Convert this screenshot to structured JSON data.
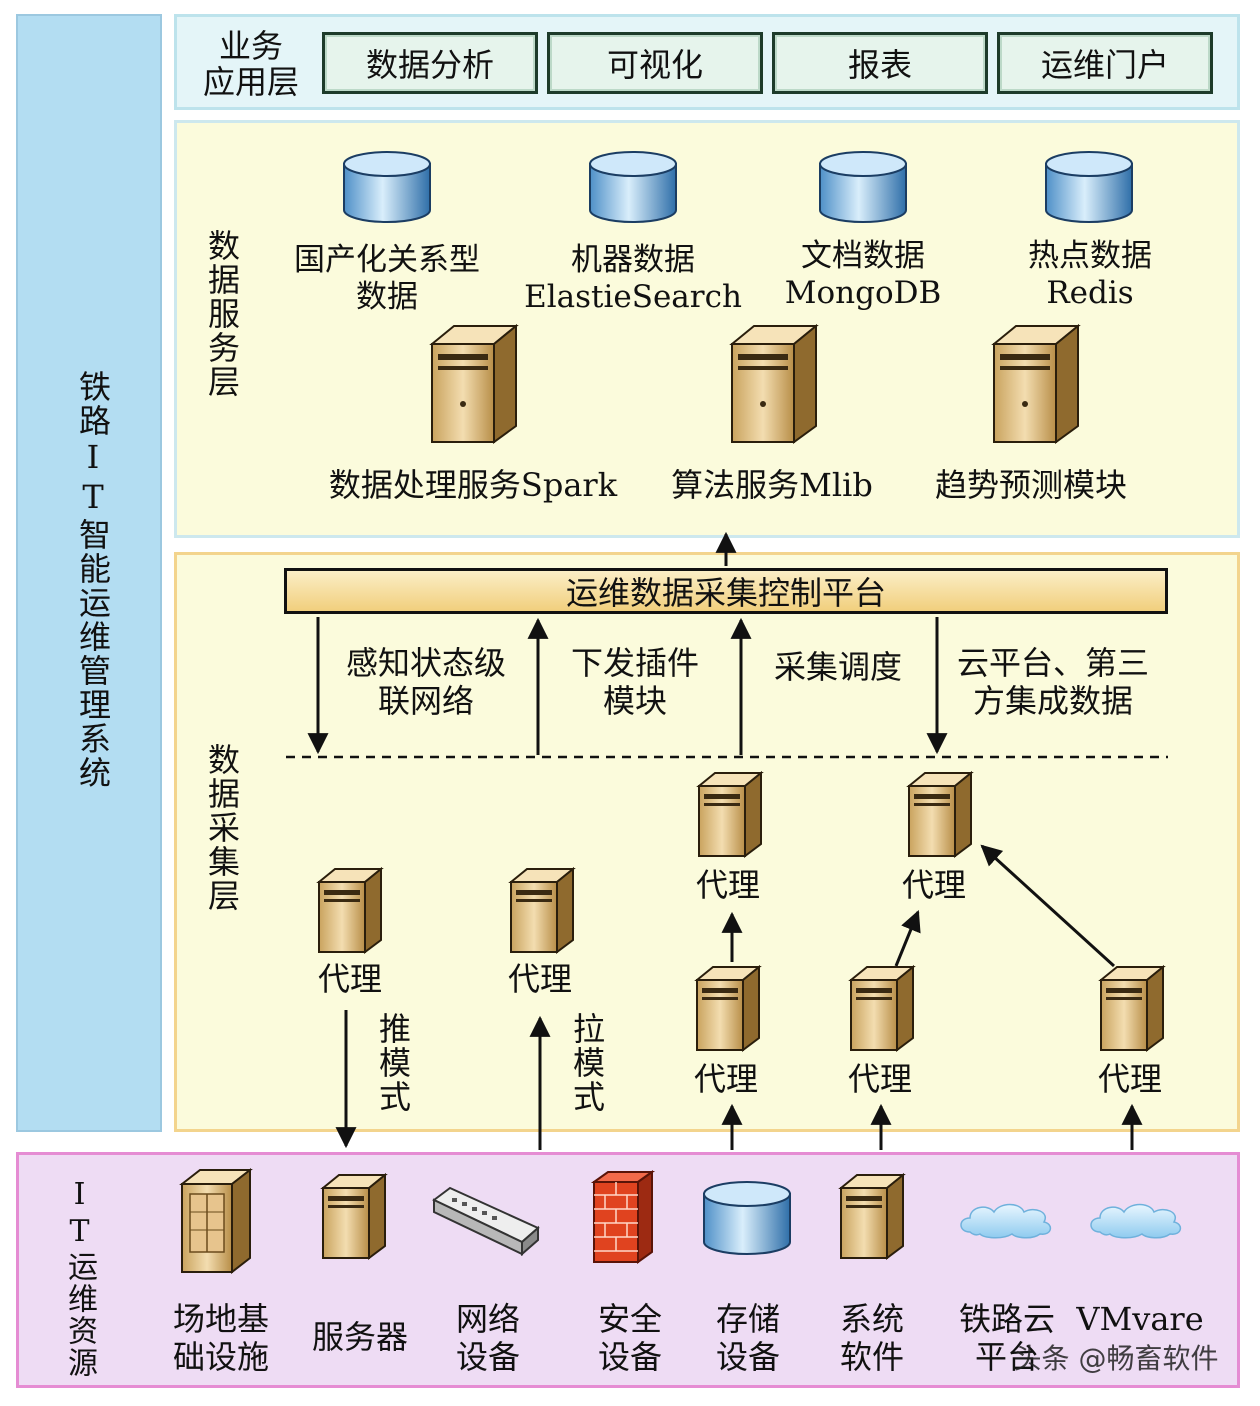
{
  "system_title": "铁路IT智能运维管理系统",
  "business_layer": {
    "title": "业务\n应用层",
    "apps": [
      "数据分析",
      "可视化",
      "报表",
      "运维门户"
    ]
  },
  "data_service_layer": {
    "title": "数据服务层",
    "databases": [
      {
        "name": "国产化关系型\n数据",
        "icon": "database-icon"
      },
      {
        "name": "机器数据\nElastieSearch",
        "icon": "database-icon"
      },
      {
        "name": "文档数据\nMongoDB",
        "icon": "database-icon"
      },
      {
        "name": "热点数据\nRedis",
        "icon": "database-icon"
      }
    ],
    "services": [
      {
        "name": "数据处理服务Spark",
        "icon": "server-icon"
      },
      {
        "name": "算法服务Mlib",
        "icon": "server-icon"
      },
      {
        "name": "趋势预测模块",
        "icon": "server-icon"
      }
    ]
  },
  "collection_layer": {
    "title": "数据采集层",
    "platform": "运维数据采集控制平台",
    "functions": [
      "感知状态级\n联网络",
      "下发插件\n模块",
      "采集调度",
      "云平台、第三\n方集成数据"
    ],
    "agent_label": "代理",
    "push_mode": "推模式",
    "pull_mode": "拉模式"
  },
  "it_resources": {
    "title": "IT运维资源",
    "items": [
      {
        "name": "场地基\n础设施",
        "icon": "building-icon"
      },
      {
        "name": "服务器",
        "icon": "server-icon"
      },
      {
        "name": "网络\n设备",
        "icon": "switch-icon"
      },
      {
        "name": "安全\n设备",
        "icon": "firewall-icon"
      },
      {
        "name": "存储\n设备",
        "icon": "storage-icon"
      },
      {
        "name": "系统\n软件",
        "icon": "server-icon"
      },
      {
        "name": "铁路云\n平台",
        "icon": "cloud-icon"
      },
      {
        "name": "VMvare",
        "icon": "cloud-icon"
      }
    ]
  },
  "watermark": "头条 @畅畜软件",
  "colors": {
    "left_panel": "#b3ddf2",
    "yellow_panel": "#fbfbdc",
    "bottom_panel": "#eedcf4",
    "platform_bar": "#f7dc9a"
  }
}
